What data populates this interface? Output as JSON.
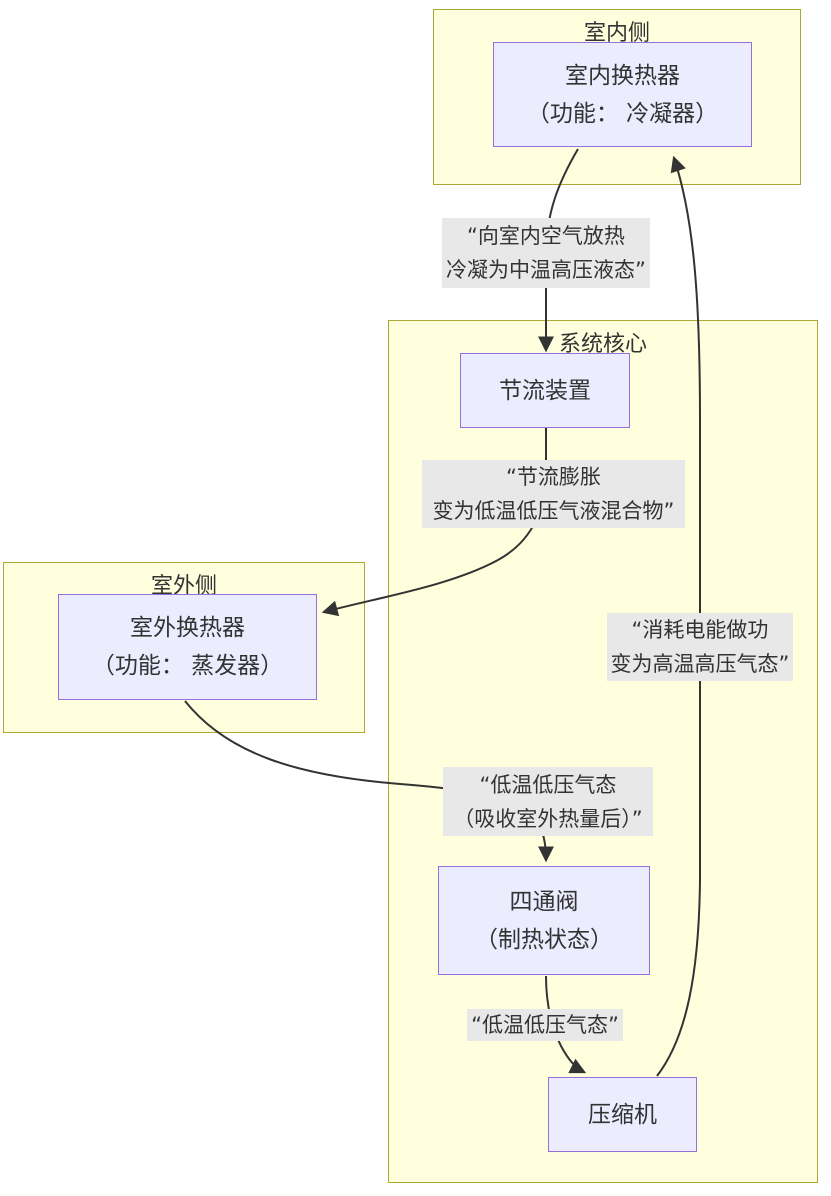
{
  "colors": {
    "cluster_fill": "#ffffde",
    "cluster_border": "#aaaa33",
    "node_fill": "#ececff",
    "node_border": "#9370db",
    "edge_label_bg": "#e8e8e8",
    "line": "#333333",
    "text": "#333333"
  },
  "clusters": {
    "indoor": {
      "title": "室内侧"
    },
    "core": {
      "title": "系统核心"
    },
    "outdoor": {
      "title": "室外侧"
    }
  },
  "nodes": {
    "indoor_hx": {
      "line1": "室内换热器",
      "line2": "（功能： 冷凝器）"
    },
    "throttle": {
      "label": "节流装置"
    },
    "outdoor_hx": {
      "line1": "室外换热器",
      "line2": "（功能： 蒸发器）"
    },
    "four_way_valve": {
      "line1": "四通阀",
      "line2": "（制热状态）"
    },
    "compressor": {
      "label": "压缩机"
    }
  },
  "edge_labels": {
    "condense": {
      "line1": "“向室内空气放热",
      "line2": "冷凝为中温高压液态”"
    },
    "expand": {
      "line1": "“节流膨胀",
      "line2": "变为低温低压气液混合物”"
    },
    "work": {
      "line1": "“消耗电能做功",
      "line2": "变为高温高压气态”"
    },
    "absorb": {
      "line1": "“低温低压气态",
      "line2": "（吸收室外热量后）”"
    },
    "low_gas": {
      "label": "“低温低压气态”"
    }
  }
}
